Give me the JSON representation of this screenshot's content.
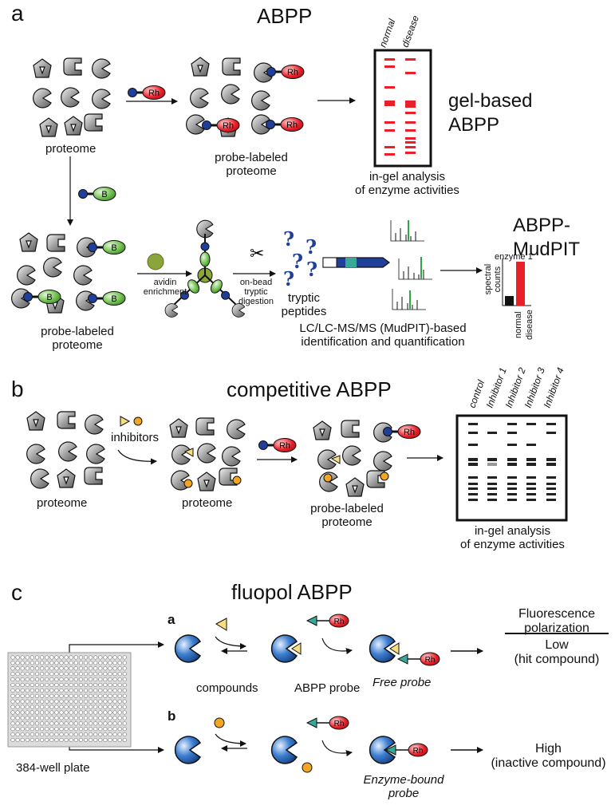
{
  "panels": {
    "a": {
      "letter": "a",
      "title": "ABPP",
      "proteome_label": "proteome",
      "probe_tag": "Rh",
      "biotin_tag": "B",
      "probe_labeled_label": "probe-labeled\nproteome",
      "gel_lanes": [
        "normal",
        "disease"
      ],
      "gel_caption": "in-gel analysis\nof enzyme activities",
      "gel_method": "gel-based\nABPP",
      "mudpit_method": "ABPP-\nMudPIT",
      "avidin_label": "avidin\nenrichment",
      "digestion_label": "on-bead\ntryptic\ndigestion",
      "peptides_label": "tryptic\npeptides",
      "mudpit_caption": "LC/LC-MS/MS (MudPIT)-based\nidentification and quantification",
      "bar_title": "enzyme 1",
      "bar_ylabel": "spectral\ncounts",
      "bar_categories": [
        "normal",
        "disease"
      ],
      "bar_values": [
        1,
        4.6
      ],
      "bar_colors": [
        "#111111",
        "#e8202a"
      ]
    },
    "b": {
      "letter": "b",
      "title": "competitive ABPP",
      "inhibitors_label": "inhibitors",
      "proteome_label": "proteome",
      "proteome_label_2": "proteome",
      "probe_labeled_label": "probe-labeled\nproteome",
      "gel_lanes": [
        "control",
        "Inhibitor 1",
        "Inhibitor 2",
        "Inhibitor 3",
        "Inhibitor 4"
      ],
      "gel_caption": "in-gel analysis\nof enzyme activities"
    },
    "c": {
      "letter": "c",
      "title": "fluopol ABPP",
      "plate_label": "384-well plate",
      "row_a_letter": "a",
      "row_b_letter": "b",
      "compounds_label": "compounds",
      "abpp_probe_label": "ABPP probe",
      "free_probe_label": "Free probe",
      "enzyme_bound_label": "Enzyme-bound\nprobe",
      "fp_header": "Fluorescence\npolarization",
      "low_label": "Low\n(hit compound)",
      "high_label": "High\n(inactive compound)"
    }
  },
  "colors": {
    "probe_red": "#e8202a",
    "linker_blue": "#1f3f99",
    "biotin_green": "#6cbf4a",
    "avidin_green": "#8aa63a",
    "inhibitor_yellow": "#f7de7e",
    "inhibitor_orange": "#f4a623",
    "probe_teal": "#39a89a",
    "enzyme_blue": "#3d7fd1",
    "gel_band": "#e8202a",
    "gel_band_dark": "#222222"
  }
}
